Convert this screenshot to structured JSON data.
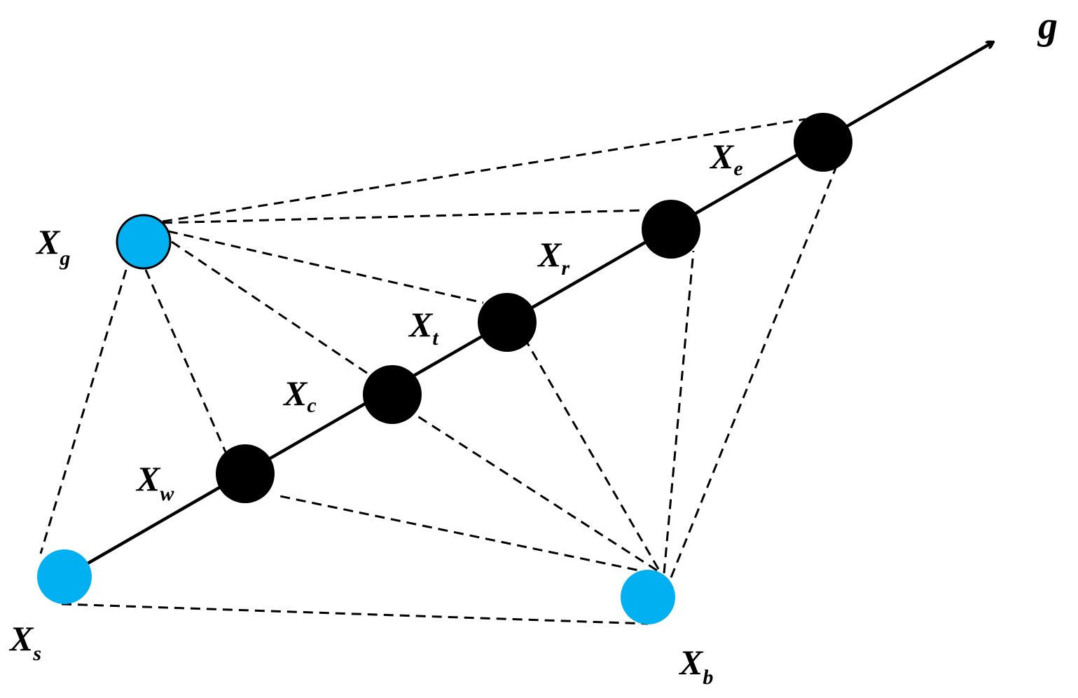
{
  "axis": {
    "label": "g"
  },
  "points": {
    "Xg": {
      "main": "X",
      "sub": "g"
    },
    "Xs": {
      "main": "X",
      "sub": "s"
    },
    "Xb": {
      "main": "X",
      "sub": "b"
    },
    "Xw": {
      "main": "X",
      "sub": "w"
    },
    "Xc": {
      "main": "X",
      "sub": "c"
    },
    "Xt": {
      "main": "X",
      "sub": "t"
    },
    "Xr": {
      "main": "X",
      "sub": "r"
    },
    "Xe": {
      "main": "X",
      "sub": "e"
    }
  },
  "colors": {
    "reference_point": "#00b0f0",
    "line_point": "#000000"
  }
}
